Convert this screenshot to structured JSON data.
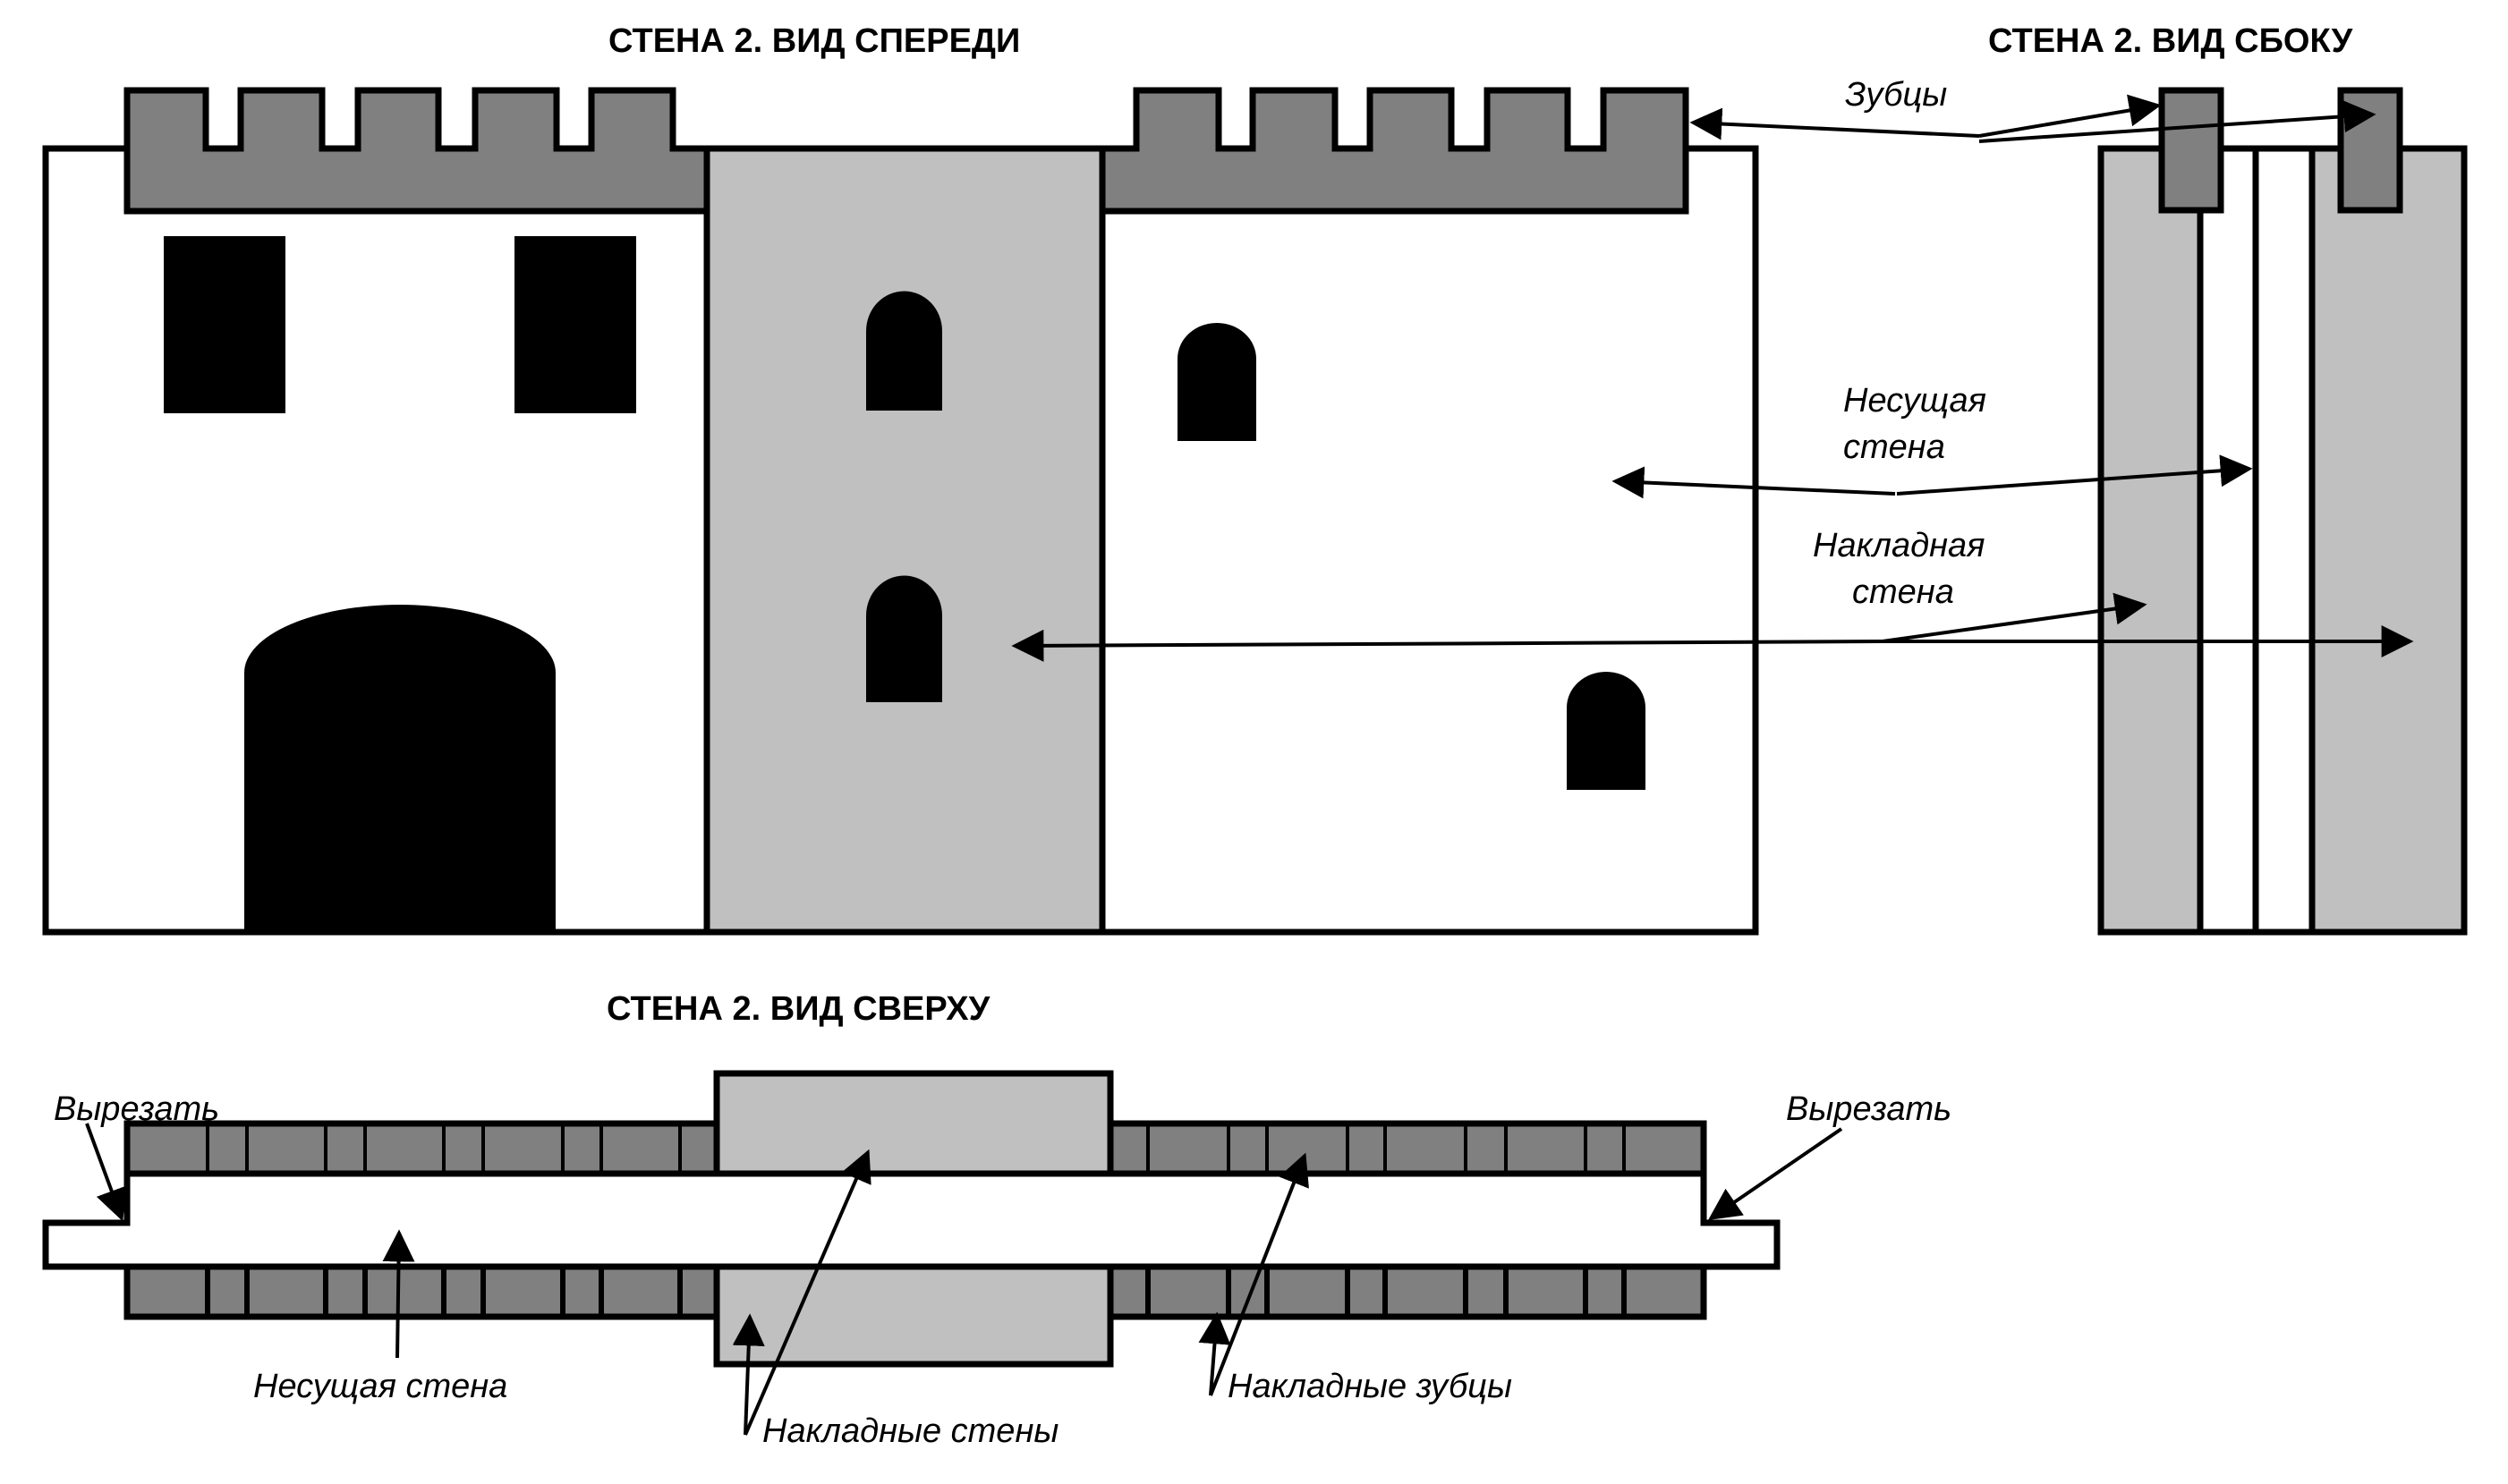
{
  "colors": {
    "dark_gray": "#808080",
    "light_gray": "#c0c0c0",
    "black": "#000000",
    "white": "#ffffff"
  },
  "front_view": {
    "title": "СТЕНА 2. ВИД СПЕРЕДИ"
  },
  "side_view": {
    "title": "СТЕНА 2. ВИД СБОКУ"
  },
  "top_view": {
    "title": "СТЕНА 2. ВИД СВЕРХУ"
  },
  "labels": {
    "merlons": "Зубцы",
    "load_bearing_line1": "Несущая",
    "load_bearing_line2": "стена",
    "overlay_line1": "Накладная",
    "overlay_line2": "стена",
    "cut_left": "Вырезать",
    "cut_right": "Вырезать",
    "load_bearing_wall": "Несущая стена",
    "overlay_walls": "Накладные стены",
    "overlay_merlons": "Накладные зубцы"
  }
}
